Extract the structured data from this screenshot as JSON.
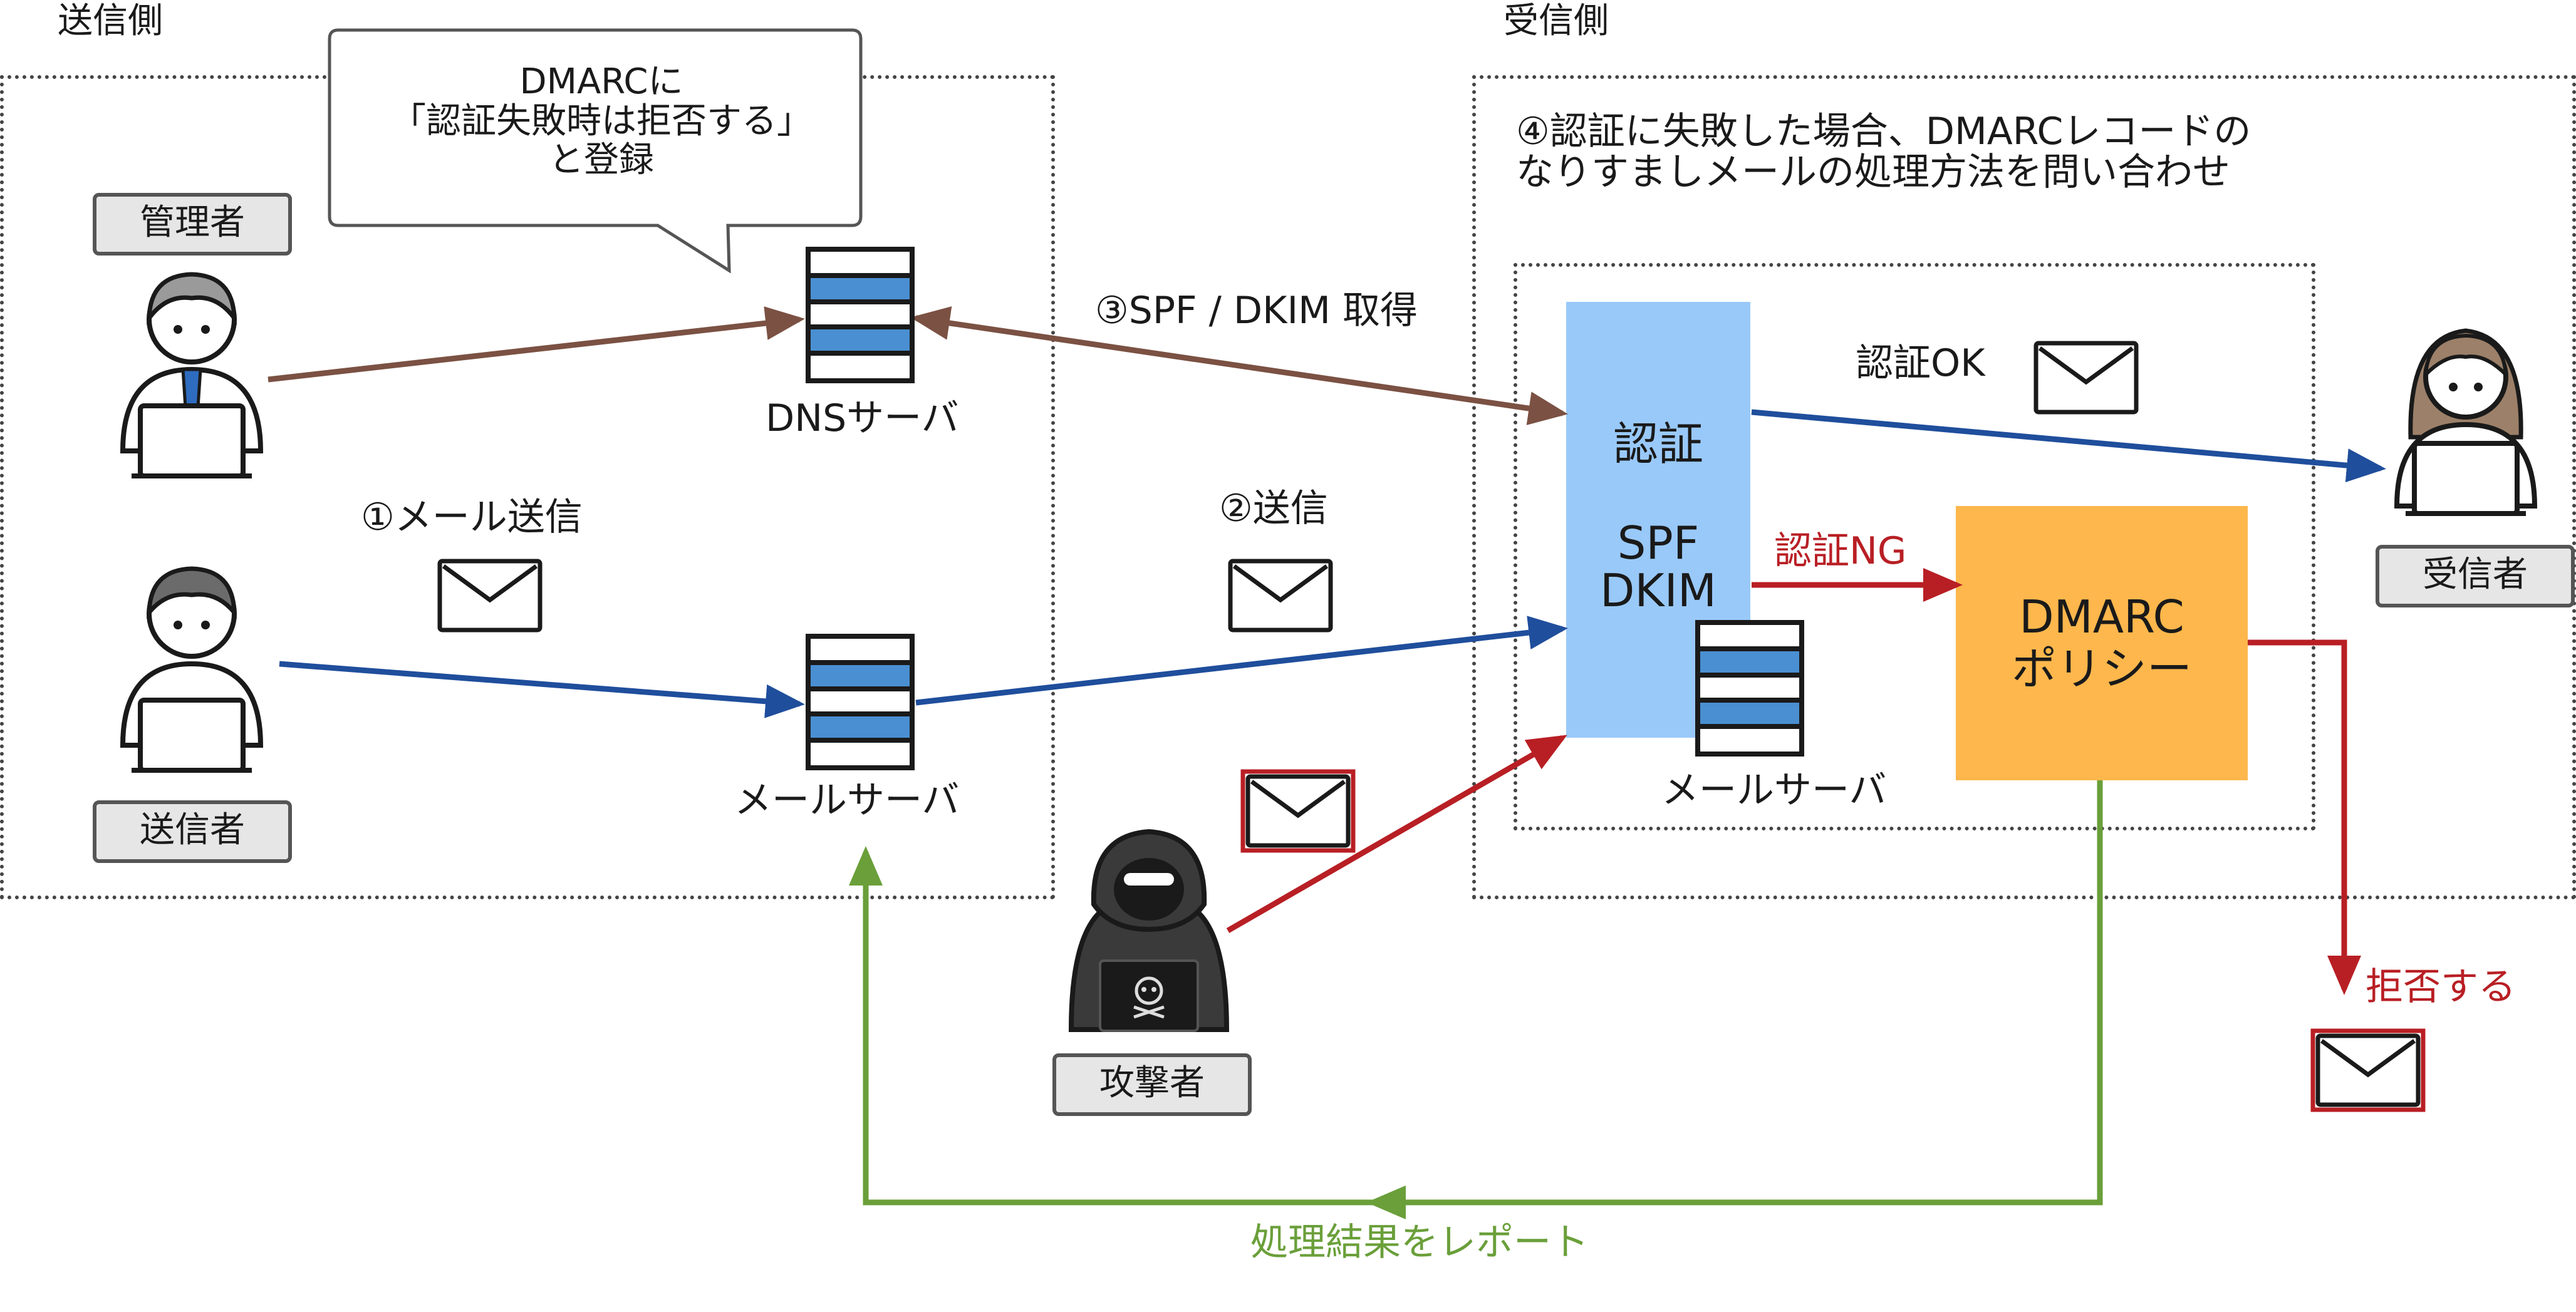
{
  "sender_side": {
    "label": "送信側"
  },
  "receiver_side": {
    "label": "受信側"
  },
  "callout": {
    "lines": [
      "DMARCに",
      "「認証失敗時は拒否する」",
      "と登録"
    ]
  },
  "roles": {
    "admin": "管理者",
    "sender": "送信者",
    "attacker": "攻撃者",
    "recipient": "受信者"
  },
  "servers": {
    "dns": "DNSサーバ",
    "mail_sender": "メールサーバ",
    "mail_receiver": "メールサーバ"
  },
  "steps": {
    "step1": "①メール送信",
    "step2": "②送信",
    "step3": "③SPF / DKIM 取得",
    "step4_lines": [
      "④認証に失敗した場合、DMARCレコードの",
      "なりすましメールの処理方法を問い合わせ"
    ]
  },
  "auth_box": {
    "title": "認証",
    "methods": [
      "SPF",
      "DKIM"
    ]
  },
  "dmarc_box": {
    "lines": [
      "DMARC",
      "ポリシー"
    ]
  },
  "flows": {
    "auth_ok": "認証OK",
    "auth_ng": "認証NG",
    "reject": "拒否する",
    "report": "処理結果をレポート"
  },
  "colors": {
    "blue": "#1f4e9c",
    "brown": "#7b5143",
    "red": "#b81f24",
    "green": "#6a9f3a",
    "auth_fill": "#99c9f9",
    "dmarc_fill": "#fdb74c",
    "server_stripe": "#4a8fd1"
  },
  "icons": [
    "person-icon",
    "envelope-icon",
    "server-icon",
    "hacker-icon",
    "skull-icon"
  ]
}
